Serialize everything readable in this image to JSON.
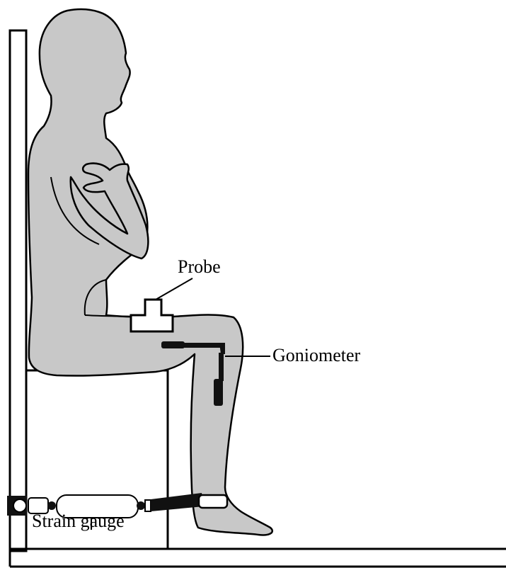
{
  "labels": {
    "probe": "Probe",
    "goniometer": "Goniometer",
    "strain_gauge": "Strain gauge"
  },
  "colors": {
    "body_fill": "#c8c8c8",
    "outline": "#000000",
    "background": "#ffffff",
    "device_dark": "#111111"
  }
}
